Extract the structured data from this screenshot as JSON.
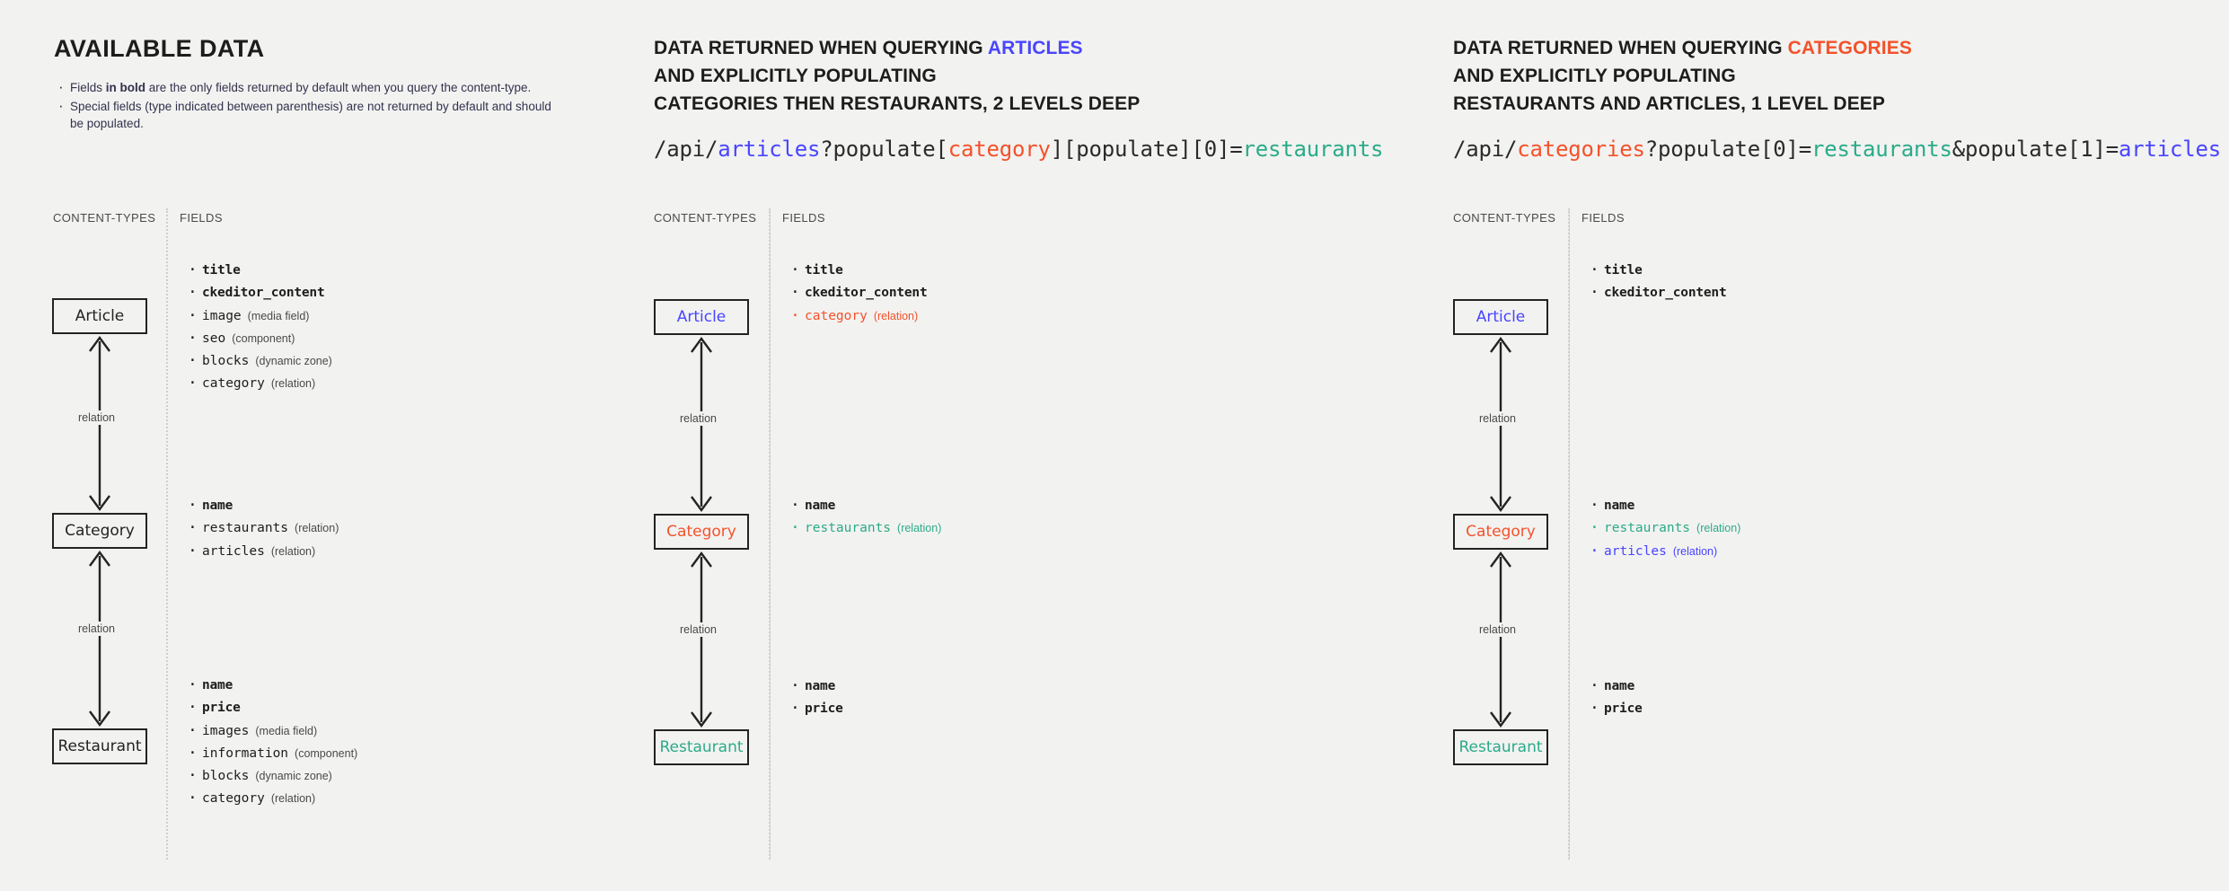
{
  "palette": {
    "background": "#f2f2f1",
    "ink": "#232323",
    "blue": "#4945ff",
    "red": "#f4522a",
    "green": "#2bab88"
  },
  "labels": {
    "content_types": "CONTENT-TYPES",
    "fields": "FIELDS",
    "relation": "relation"
  },
  "columns": [
    {
      "id": "available-data",
      "title": "AVAILABLE DATA",
      "notes": [
        {
          "prefix": "Fields ",
          "bold": "in bold",
          "suffix": " are the only fields returned by default when you query the content-type."
        },
        {
          "prefix": "Special fields (type indicated between parenthesis) are not returned by default and should be populated.",
          "bold": "",
          "suffix": ""
        }
      ],
      "nodes": [
        {
          "name": "Article",
          "color": "ink",
          "fields": [
            {
              "name": "title",
              "type": "",
              "bold": true,
              "color": "ink"
            },
            {
              "name": "ckeditor_content",
              "type": "",
              "bold": true,
              "color": "ink"
            },
            {
              "name": "image",
              "type": "(media field)",
              "bold": false,
              "color": "ink"
            },
            {
              "name": "seo",
              "type": "(component)",
              "bold": false,
              "color": "ink"
            },
            {
              "name": "blocks",
              "type": "(dynamic zone)",
              "bold": false,
              "color": "ink"
            },
            {
              "name": "category",
              "type": "(relation)",
              "bold": false,
              "color": "ink"
            }
          ]
        },
        {
          "name": "Category",
          "color": "ink",
          "fields": [
            {
              "name": "name",
              "type": "",
              "bold": true,
              "color": "ink"
            },
            {
              "name": "restaurants",
              "type": "(relation)",
              "bold": false,
              "color": "ink"
            },
            {
              "name": "articles",
              "type": "(relation)",
              "bold": false,
              "color": "ink"
            }
          ]
        },
        {
          "name": "Restaurant",
          "color": "ink",
          "fields": [
            {
              "name": "name",
              "type": "",
              "bold": true,
              "color": "ink"
            },
            {
              "name": "price",
              "type": "",
              "bold": true,
              "color": "ink"
            },
            {
              "name": "images",
              "type": "(media field)",
              "bold": false,
              "color": "ink"
            },
            {
              "name": "information",
              "type": "(component)",
              "bold": false,
              "color": "ink"
            },
            {
              "name": "blocks",
              "type": "(dynamic zone)",
              "bold": false,
              "color": "ink"
            },
            {
              "name": "category",
              "type": "(relation)",
              "bold": false,
              "color": "ink"
            }
          ]
        }
      ]
    },
    {
      "id": "query-articles",
      "title_lines": [
        {
          "text": "DATA RETURNED WHEN QUERYING ",
          "accent_text": "ARTICLES",
          "accent": "blue"
        },
        {
          "text": "AND EXPLICITLY POPULATING",
          "accent_text": "",
          "accent": ""
        },
        {
          "text": "CATEGORIES THEN RESTAURANTS, 2 LEVELS DEEP",
          "accent_text": "",
          "accent": ""
        }
      ],
      "url_parts": [
        {
          "text": "/api/",
          "color": "ink"
        },
        {
          "text": "articles",
          "color": "blue"
        },
        {
          "text": "?populate[",
          "color": "ink"
        },
        {
          "text": "category",
          "color": "red"
        },
        {
          "text": "][populate][0]=",
          "color": "ink"
        },
        {
          "text": "restaurants",
          "color": "green"
        }
      ],
      "nodes": [
        {
          "name": "Article",
          "color": "blue",
          "fields": [
            {
              "name": "title",
              "type": "",
              "bold": true,
              "color": "ink"
            },
            {
              "name": "ckeditor_content",
              "type": "",
              "bold": true,
              "color": "ink"
            },
            {
              "name": "category",
              "type": "(relation)",
              "bold": false,
              "color": "red"
            }
          ]
        },
        {
          "name": "Category",
          "color": "red",
          "fields": [
            {
              "name": "name",
              "type": "",
              "bold": true,
              "color": "ink"
            },
            {
              "name": "restaurants",
              "type": "(relation)",
              "bold": false,
              "color": "green"
            }
          ]
        },
        {
          "name": "Restaurant",
          "color": "green",
          "fields": [
            {
              "name": "name",
              "type": "",
              "bold": true,
              "color": "ink"
            },
            {
              "name": "price",
              "type": "",
              "bold": true,
              "color": "ink"
            }
          ]
        }
      ]
    },
    {
      "id": "query-categories",
      "title_lines": [
        {
          "text": "DATA RETURNED WHEN QUERYING ",
          "accent_text": "CATEGORIES",
          "accent": "red"
        },
        {
          "text": "AND EXPLICITLY POPULATING",
          "accent_text": "",
          "accent": ""
        },
        {
          "text": "RESTAURANTS AND ARTICLES, 1 LEVEL DEEP",
          "accent_text": "",
          "accent": ""
        }
      ],
      "url_parts": [
        {
          "text": "/api/",
          "color": "ink"
        },
        {
          "text": "categories",
          "color": "red"
        },
        {
          "text": "?populate[0]=",
          "color": "ink"
        },
        {
          "text": "restaurants",
          "color": "green"
        },
        {
          "text": "&populate[1]=",
          "color": "ink"
        },
        {
          "text": "articles",
          "color": "blue"
        }
      ],
      "nodes": [
        {
          "name": "Article",
          "color": "blue",
          "fields": [
            {
              "name": "title",
              "type": "",
              "bold": true,
              "color": "ink"
            },
            {
              "name": "ckeditor_content",
              "type": "",
              "bold": true,
              "color": "ink"
            }
          ]
        },
        {
          "name": "Category",
          "color": "red",
          "fields": [
            {
              "name": "name",
              "type": "",
              "bold": true,
              "color": "ink"
            },
            {
              "name": "restaurants",
              "type": "(relation)",
              "bold": false,
              "color": "green"
            },
            {
              "name": "articles",
              "type": "(relation)",
              "bold": false,
              "color": "blue"
            }
          ]
        },
        {
          "name": "Restaurant",
          "color": "green",
          "fields": [
            {
              "name": "name",
              "type": "",
              "bold": true,
              "color": "ink"
            },
            {
              "name": "price",
              "type": "",
              "bold": true,
              "color": "ink"
            }
          ]
        }
      ]
    }
  ]
}
